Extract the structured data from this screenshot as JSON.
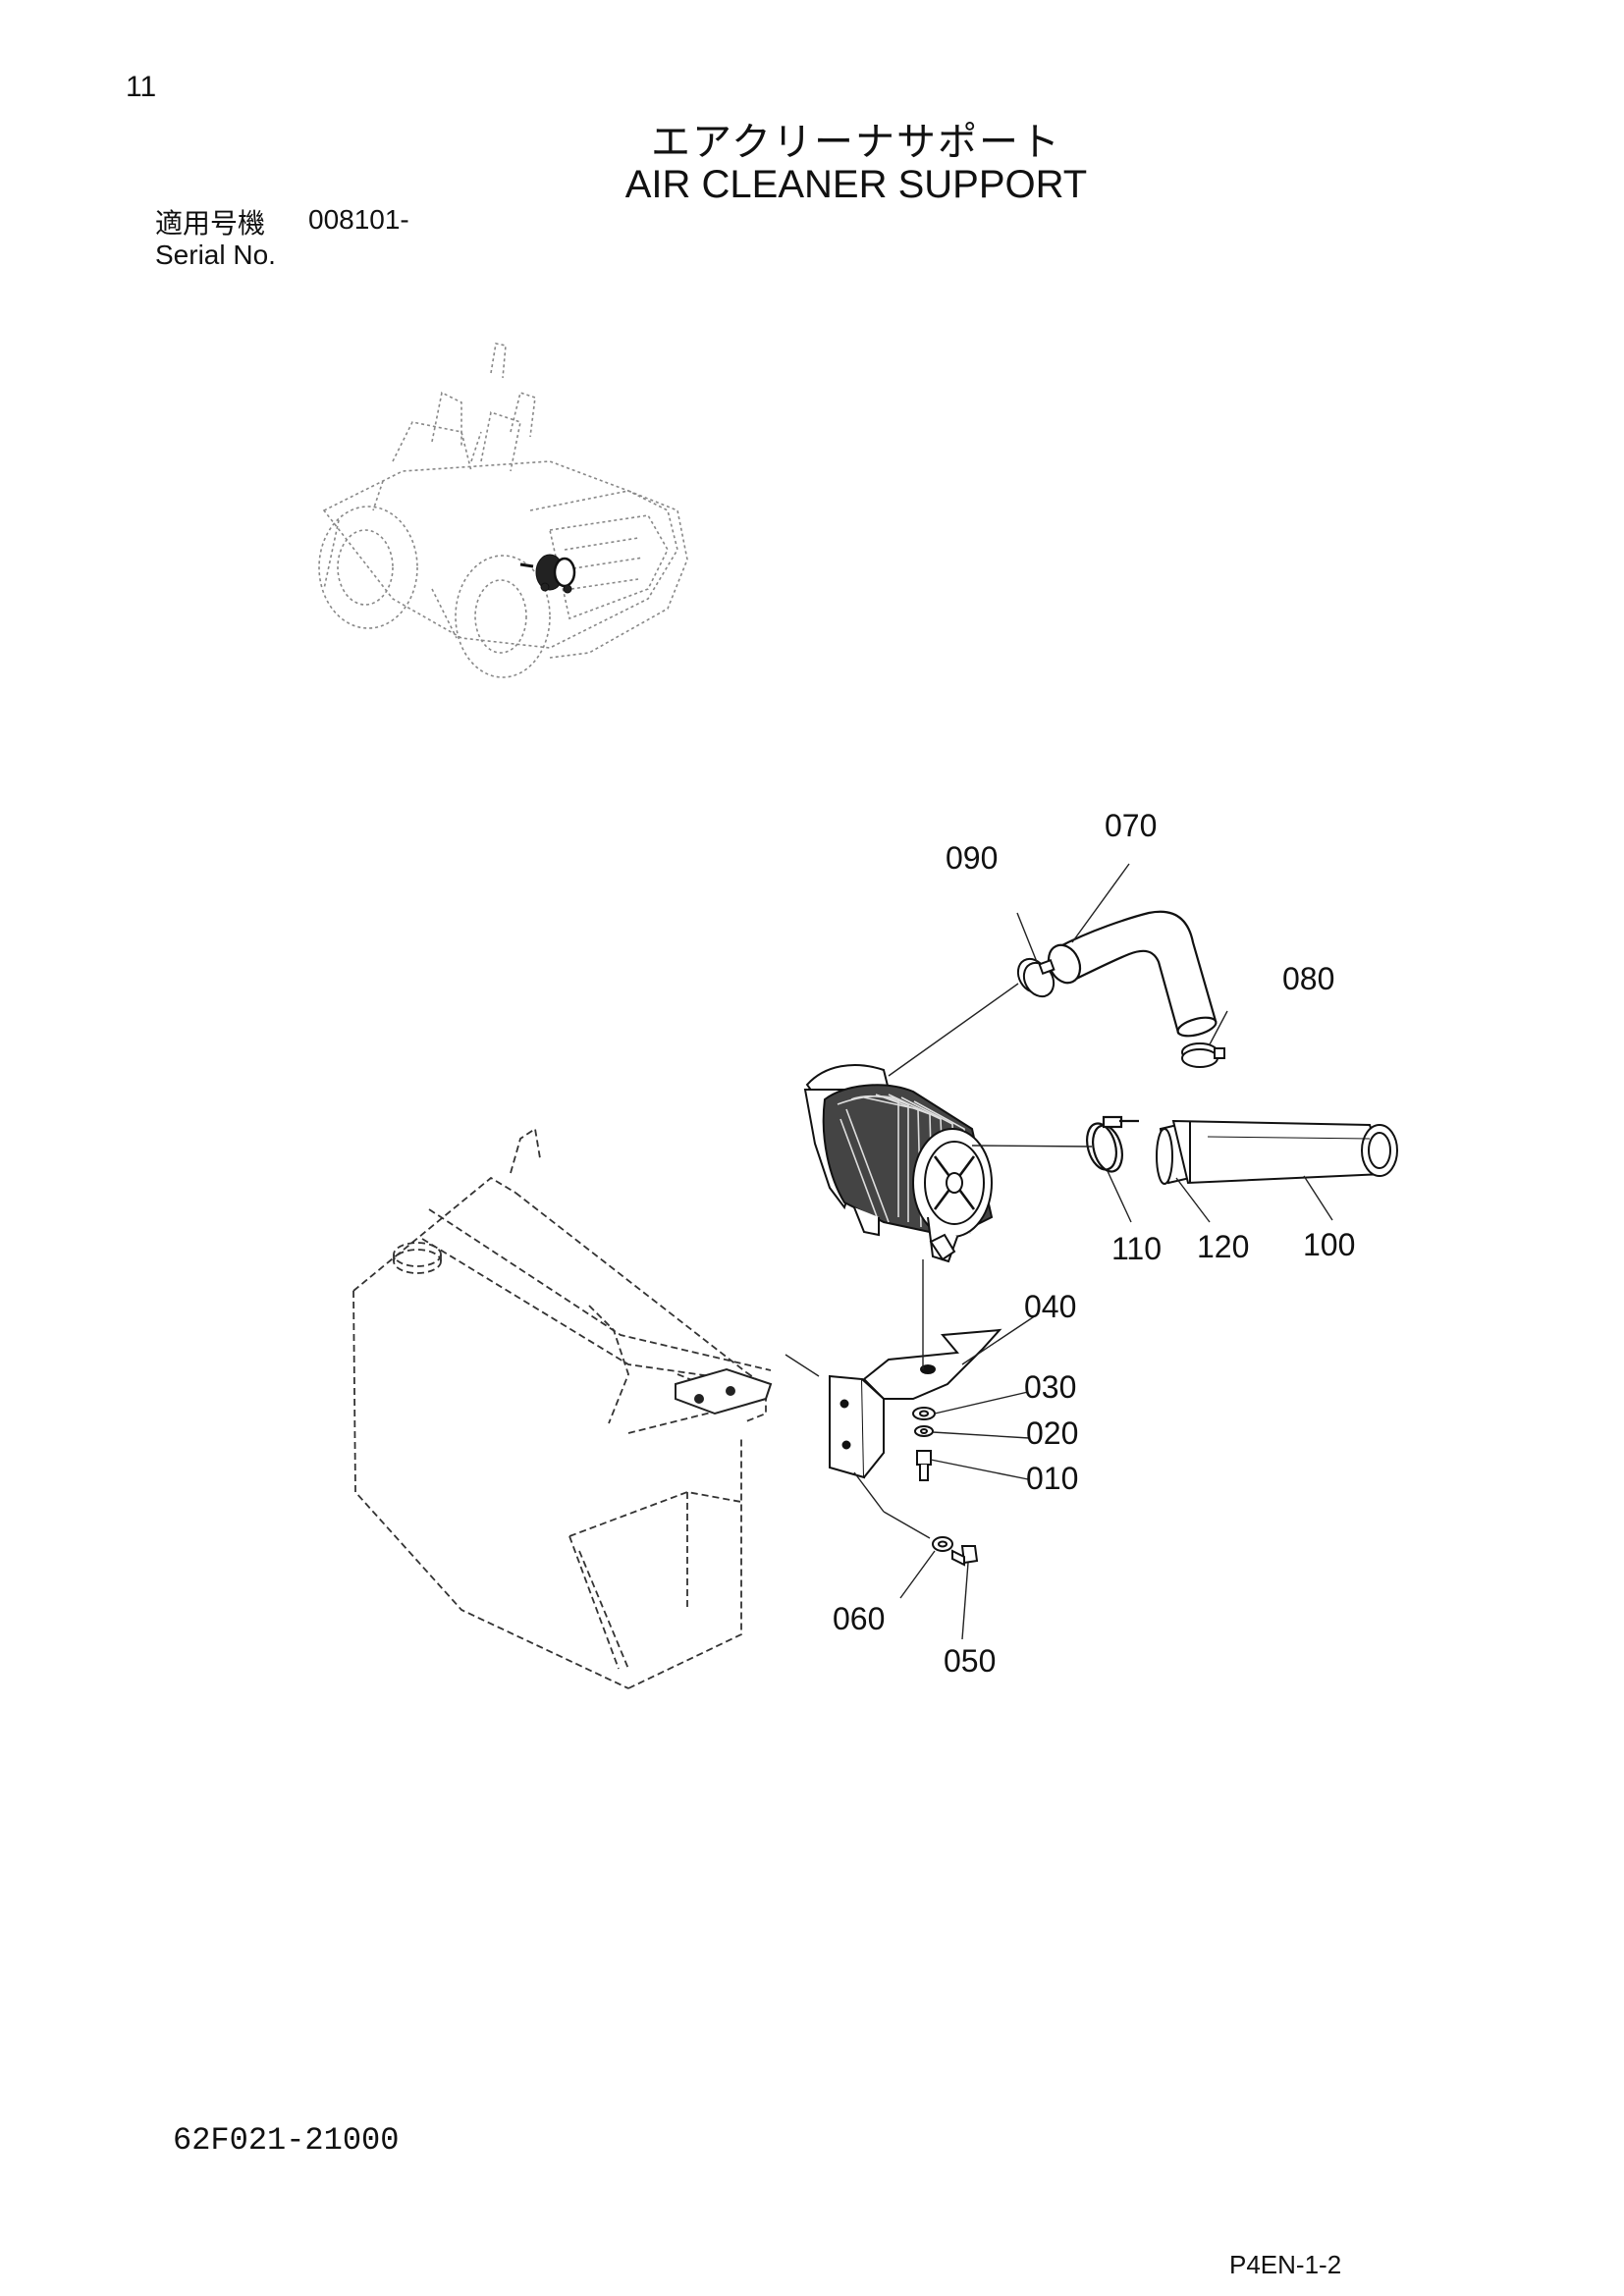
{
  "header": {
    "page_number": "11",
    "title_jp": "エアクリーナサポート",
    "title_en": "AIR CLEANER SUPPORT",
    "serial_label_jp": "適用号機",
    "serial_value": "008101-",
    "serial_label_en": "Serial No."
  },
  "diagram": {
    "callouts": [
      "010",
      "020",
      "030",
      "040",
      "050",
      "060",
      "070",
      "080",
      "090",
      "100",
      "110",
      "120"
    ]
  },
  "footer": {
    "doc_code": "62F021-21000",
    "page_ref": "P4EN-1-2"
  }
}
